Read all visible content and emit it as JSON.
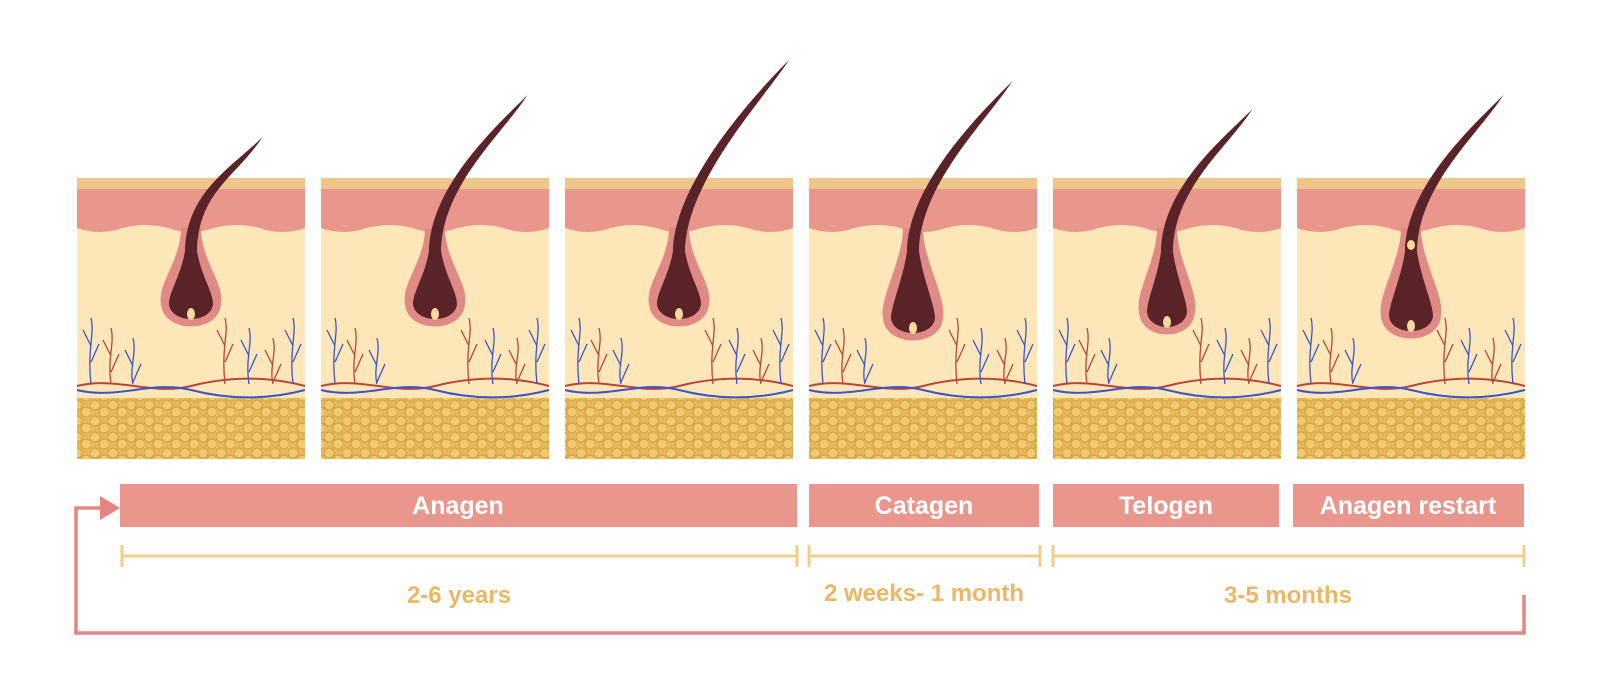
{
  "colors": {
    "background": "#ffffff",
    "epidermis_top": "#f0c58a",
    "dermis_upper": "#e9968d",
    "dermis": "#fde6b8",
    "fat": "#e6b85a",
    "fat_cell": "#f0ca6e",
    "fat_outline": "#cf9d3f",
    "hair": "#5a2328",
    "follicle": "#e08a86",
    "bulb_dot": "#f6d9a0",
    "vein_blue": "#3b55c9",
    "vessel_red": "#b8453a",
    "phase_bar": "#e9968d",
    "phase_text": "#ffffff",
    "duration_line": "#f0cf8a",
    "duration_text": "#eab766",
    "cycle_arrow": "#e58480"
  },
  "panels": [
    {
      "stage": "anagen-early",
      "hair_length": 0.45
    },
    {
      "stage": "anagen-mid",
      "hair_length": 0.75
    },
    {
      "stage": "anagen-full",
      "hair_length": 1.0
    },
    {
      "stage": "catagen",
      "hair_length": 0.85
    },
    {
      "stage": "telogen",
      "hair_length": 0.65
    },
    {
      "stage": "anagen-restart",
      "hair_length": 0.75
    }
  ],
  "phases": [
    {
      "label": "Anagen"
    },
    {
      "label": "Catagen"
    },
    {
      "label": "Telogen"
    },
    {
      "label": "Anagen restart"
    }
  ],
  "durations": [
    {
      "label": "2-6 years"
    },
    {
      "label": "2 weeks- 1 month"
    },
    {
      "label": "3-5 months"
    }
  ],
  "icons": {
    "cycle_arrow": "arrow-right-icon"
  }
}
